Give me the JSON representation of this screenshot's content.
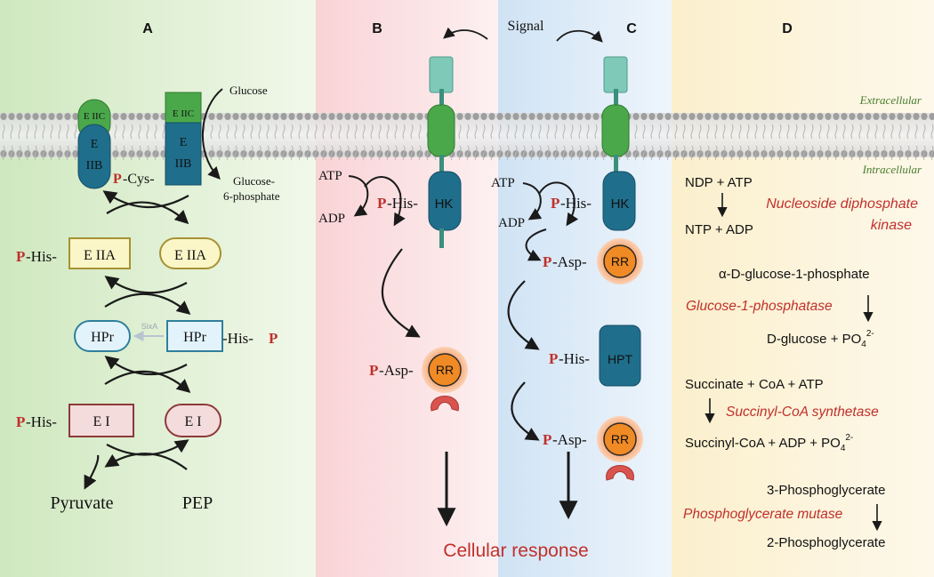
{
  "colors": {
    "phospho_red": "#c0302b",
    "enzyme_red": "#c0302b",
    "membrane_label_green": "#4a7d2e",
    "eiic_green": "#4aa84a",
    "eiib_blue": "#1f6e8c",
    "hk_teal": "#7ec9b8",
    "rr_orange": "#f08a24",
    "partner_red": "#d9534f",
    "panel_a_bg": "#d6ecc8",
    "panel_b_bg": "#fadadd",
    "panel_c_bg": "#d6e7f5",
    "panel_d_bg": "#fbf1d4"
  },
  "panels": {
    "a": "A",
    "b": "B",
    "c": "C",
    "d": "D"
  },
  "membrane": {
    "extracellular": "Extracellular",
    "intracellular": "Intracellular"
  },
  "panel_a": {
    "phospho": "P",
    "eiic": "E IIC",
    "eiib": "E\nIIB",
    "cys": "-Cys-",
    "glucose": "Glucose",
    "g6p_line1": "Glucose-",
    "g6p_line2": "6-phosphate",
    "his": "-His-",
    "his_suffix": "-His-",
    "eiia": "E IIA",
    "hpr": "HPr",
    "sixa": "SixA",
    "ei": "E I",
    "pyruvate": "Pyruvate",
    "pep": "PEP"
  },
  "panel_b": {
    "atp": "ATP",
    "adp": "ADP",
    "his": "-His-",
    "hk": "HK",
    "asp": "-Asp-",
    "rr": "RR"
  },
  "signal": "Signal",
  "panel_c": {
    "atp": "ATP",
    "adp": "ADP",
    "his": "-His-",
    "hk": "HK",
    "asp": "-Asp-",
    "rr": "RR",
    "hpt": "HPT"
  },
  "cellular_response": "Cellular response",
  "panel_d": {
    "r1_left": "NDP + ATP",
    "r1_right": "NTP + ADP",
    "r1_enzyme_line1": "Nucleoside diphosphate",
    "r1_enzyme_line2": "kinase",
    "r2_left": "α-D-glucose-1-phosphate",
    "r2_enzyme": "Glucose-1-phosphatase",
    "r2_right": "D-glucose + PO",
    "r2_sub": "4",
    "r2_sup": "2-",
    "r3_left": "Succinate + CoA + ATP",
    "r3_enzyme": "Succinyl-CoA synthetase",
    "r3_right": "Succinyl-CoA + ADP + PO",
    "r3_sub": "4",
    "r3_sup": "2-",
    "r4_left": "3-Phosphoglycerate",
    "r4_enzyme": "Phosphoglycerate mutase",
    "r4_right": "2-Phosphoglycerate"
  }
}
